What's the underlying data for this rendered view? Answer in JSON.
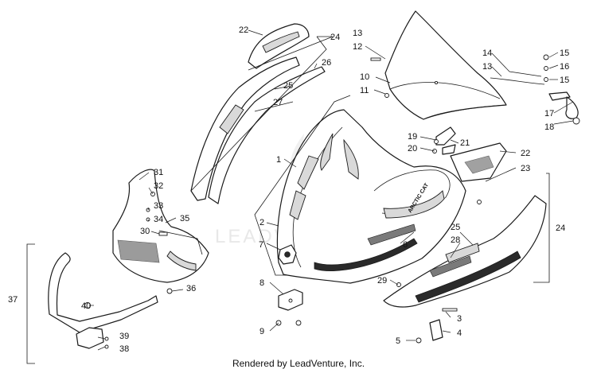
{
  "watermark": {
    "text": "LEADVENTURE"
  },
  "footer": {
    "text": "Rendered by LeadVenture, Inc."
  },
  "hood_decal": {
    "text": "ARCTIC CAT"
  },
  "callouts": [
    "1",
    "2",
    "3",
    "4",
    "5",
    "6",
    "7",
    "8",
    "9",
    "10",
    "11",
    "12",
    "13",
    "13",
    "14",
    "15",
    "15",
    "16",
    "17",
    "18",
    "19",
    "20",
    "21",
    "22",
    "22",
    "23",
    "24",
    "24",
    "25",
    "25",
    "26",
    "27",
    "28",
    "29",
    "30",
    "31",
    "32",
    "33",
    "34",
    "35",
    "36",
    "37",
    "38",
    "39",
    "40"
  ]
}
